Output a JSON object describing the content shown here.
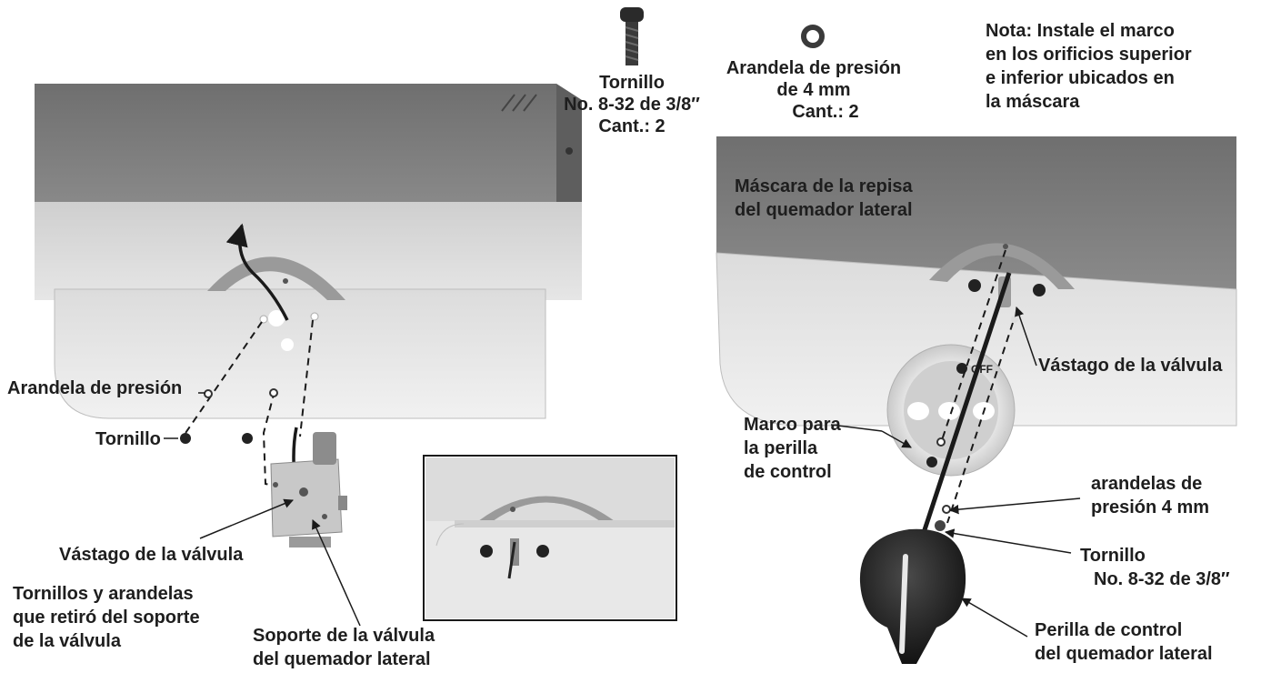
{
  "parts": {
    "screw": {
      "icon": "screw-icon",
      "lines": [
        "Tornillo",
        "No. 8-32 de 3/8″",
        "Cant.: 2"
      ]
    },
    "lock_washer": {
      "icon": "washer-icon",
      "lines": [
        "Arandela de presión",
        "de 4 mm",
        "Cant.: 2"
      ]
    }
  },
  "note": {
    "lines": [
      "Nota: Instale el marco",
      "en los orificios superior",
      "e inferior  ubicados en",
      "la máscara"
    ]
  },
  "left_diagram": {
    "lock_washer": "Arandela de presión",
    "screw": "Tornillo",
    "valve_stem": "Vástago de la válvula",
    "removed_hardware": [
      "Tornillos y arandelas",
      "que retiró del soporte",
      "de la válvula"
    ],
    "valve_bracket": [
      "Soporte de la válvula",
      "del quemador lateral"
    ]
  },
  "right_diagram": {
    "shelf_mask": [
      "Máscara de la repisa",
      "del quemador lateral"
    ],
    "valve_stem": "Vástago de la válvula",
    "knob_bezel": [
      "Marco para",
      "la perilla",
      "de control"
    ],
    "lock_washers": [
      "arandelas de",
      "presión 4 mm"
    ],
    "screw": [
      "Tornillo",
      "No. 8-32 de 3/8″"
    ],
    "control_knob": [
      "Perilla de control",
      "del quemador lateral"
    ],
    "bezel_marking": "OFF"
  },
  "colors": {
    "panel_dark": "#7c7c7c",
    "panel_light": "#ececec",
    "line": "#1a1a1a"
  }
}
